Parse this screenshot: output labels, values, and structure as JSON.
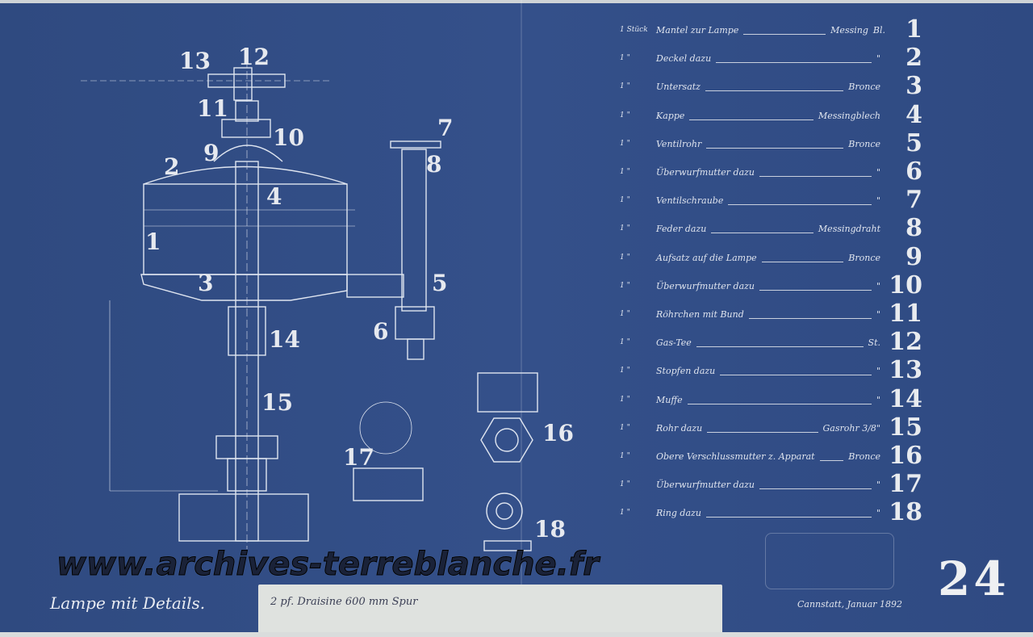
{
  "drawing": {
    "title": "Lampe mit Details.",
    "label_note": "2 pf. Draisine 600 mm Spur",
    "place_date": "Cannstatt, Januar 1892",
    "sheet_number": "24",
    "watermark": "www.archives-terreblanche.fr",
    "callouts": [
      "1",
      "2",
      "3",
      "4",
      "5",
      "6",
      "7",
      "8",
      "9",
      "10",
      "11",
      "12",
      "13",
      "14",
      "15",
      "16",
      "17",
      "18"
    ]
  },
  "parts_list": [
    {
      "qty": "1 Stück",
      "name": "Mantel zur Lampe",
      "material": "Messing",
      "note": "Bl.",
      "num": "1"
    },
    {
      "qty": "1 \"",
      "name": "Deckel dazu",
      "material": "\"",
      "note": "",
      "num": "2"
    },
    {
      "qty": "1 \"",
      "name": "Untersatz",
      "material": "Bronce",
      "note": "",
      "num": "3"
    },
    {
      "qty": "1 \"",
      "name": "Kappe",
      "material": "Messingblech",
      "note": "",
      "num": "4"
    },
    {
      "qty": "1 \"",
      "name": "Ventilrohr",
      "material": "Bronce",
      "note": "",
      "num": "5"
    },
    {
      "qty": "1 \"",
      "name": "Überwurfmutter dazu",
      "material": "\"",
      "note": "",
      "num": "6"
    },
    {
      "qty": "1 \"",
      "name": "Ventilschraube",
      "material": "\"",
      "note": "",
      "num": "7"
    },
    {
      "qty": "1 \"",
      "name": "Feder dazu",
      "material": "Messingdraht",
      "note": "",
      "num": "8"
    },
    {
      "qty": "1 \"",
      "name": "Aufsatz auf die Lampe",
      "material": "Bronce",
      "note": "",
      "num": "9"
    },
    {
      "qty": "1 \"",
      "name": "Überwurfmutter dazu",
      "material": "\"",
      "note": "",
      "num": "10"
    },
    {
      "qty": "1 \"",
      "name": "Röhrchen mit Bund",
      "material": "\"",
      "note": "",
      "num": "11"
    },
    {
      "qty": "1 \"",
      "name": "Gas-Tee",
      "material": "St.",
      "note": "",
      "num": "12"
    },
    {
      "qty": "1 \"",
      "name": "Stopfen dazu",
      "material": "\"",
      "note": "",
      "num": "13"
    },
    {
      "qty": "1 \"",
      "name": "Muffe",
      "material": "\"",
      "note": "",
      "num": "14"
    },
    {
      "qty": "1 \"",
      "name": "Rohr dazu",
      "material": "Gasrohr 3/8\"",
      "note": "",
      "num": "15"
    },
    {
      "qty": "1 \"",
      "name": "Obere Verschlussmutter z. Apparat",
      "material": "Bronce",
      "note": "",
      "num": "16"
    },
    {
      "qty": "1 \"",
      "name": "Überwurfmutter dazu",
      "material": "\"",
      "note": "",
      "num": "17"
    },
    {
      "qty": "1 \"",
      "name": "Ring dazu",
      "material": "\"",
      "note": "",
      "num": "18"
    }
  ]
}
